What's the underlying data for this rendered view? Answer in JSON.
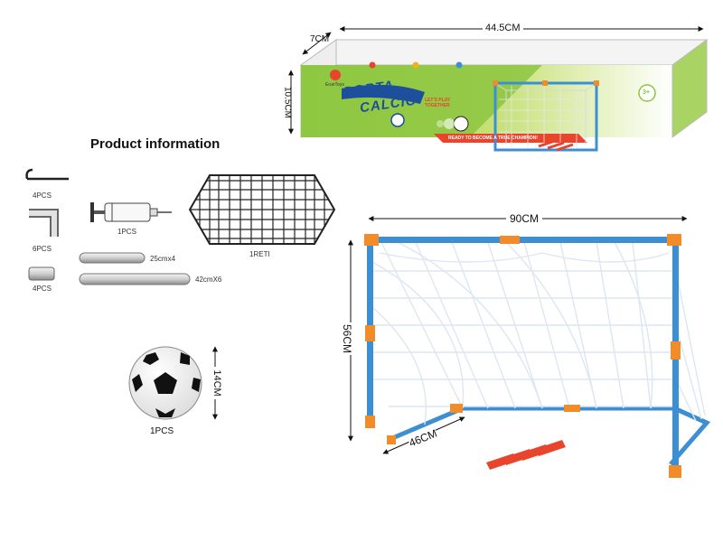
{
  "page": {
    "title": "Product information"
  },
  "box": {
    "length": "44.5CM",
    "depth": "7CM",
    "height": "10.5CM",
    "brand": "ErunToys",
    "name_line1": "PORTA",
    "name_line2": "CALCIO",
    "tagline_line1": "LET'S PLAY",
    "tagline_line2": "TOGETHER",
    "slogan": "READY TO BECOME A TRUE CHAMPION!",
    "age": "3+"
  },
  "parts": [
    {
      "id": "hook",
      "qty": "4PCS"
    },
    {
      "id": "elbow",
      "qty": "6PCS"
    },
    {
      "id": "connector",
      "qty": "4PCS"
    },
    {
      "id": "pump",
      "qty": "1PCS"
    },
    {
      "id": "short-tube",
      "qty": "25cmx4"
    },
    {
      "id": "long-tube",
      "qty": "42cmX6"
    },
    {
      "id": "net",
      "qty": "1RETI"
    }
  ],
  "ball": {
    "diameter": "14CM",
    "qty": "1PCS"
  },
  "goal": {
    "width": "90CM",
    "height": "56CM",
    "depth": "46CM"
  },
  "colors": {
    "frame_blue": "#3d8fd4",
    "joint_orange": "#f28c28",
    "box_green": "#8cc63f",
    "box_blue": "#1d4f9c",
    "peg_red": "#e8452c"
  }
}
